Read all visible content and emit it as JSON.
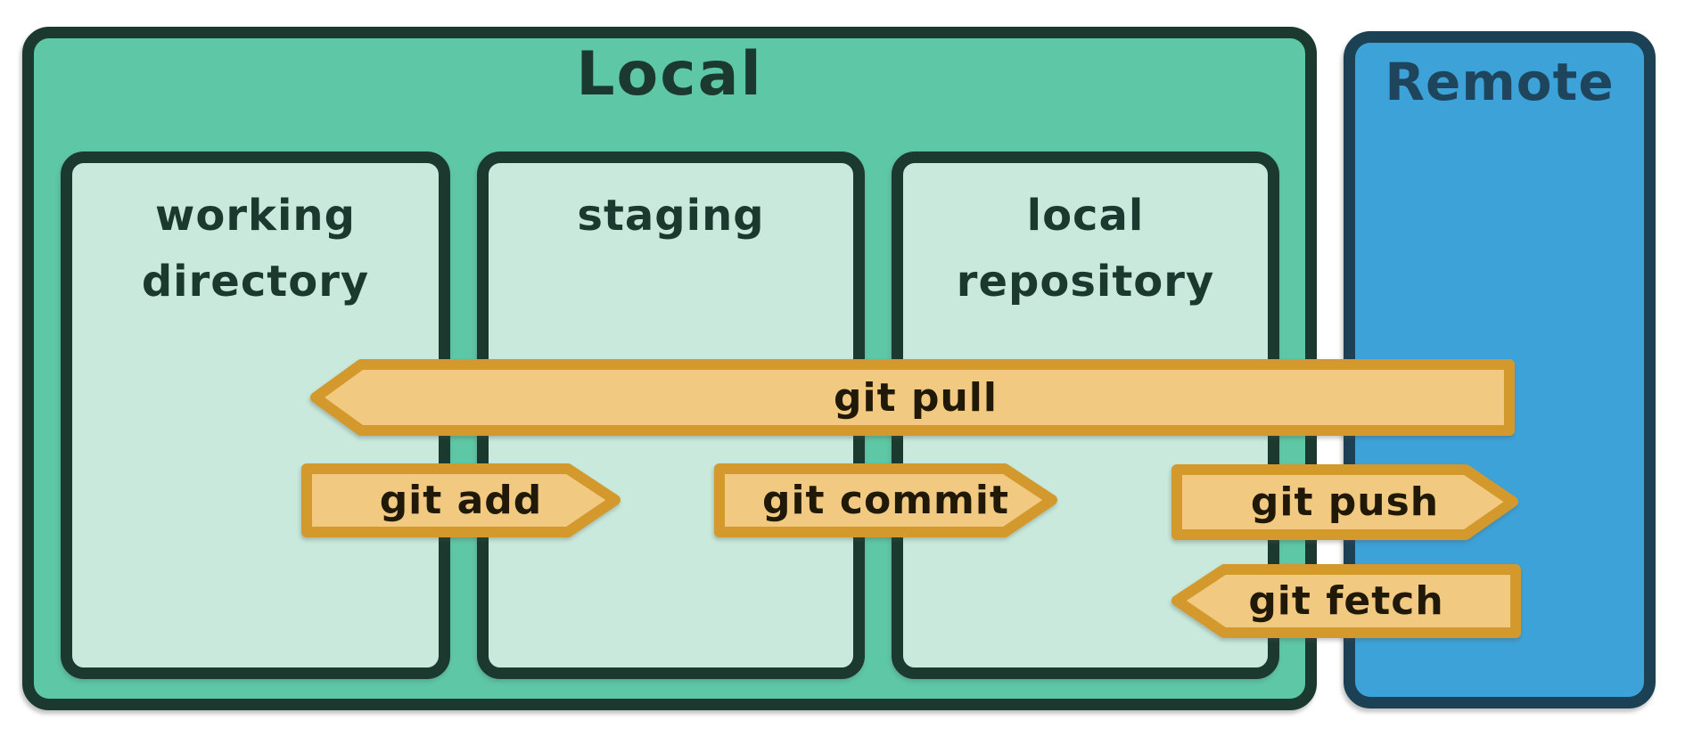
{
  "colors": {
    "background": "#ffffff",
    "local_fill": "#5ec7a5",
    "local_border": "#1c392f",
    "inner_fill": "#c8e9dc",
    "inner_border": "#1c392f",
    "label_text": "#1c392f",
    "remote_fill": "#3da2d8",
    "remote_border": "#1c4054",
    "remote_text": "#1e455c",
    "arrow_fill": "#f1c981",
    "arrow_border": "#d3992d",
    "arrow_text": "#211907"
  },
  "local": {
    "title": "Local",
    "boxes": [
      {
        "name": "working directory",
        "line1": "working",
        "line2": "directory"
      },
      {
        "name": "staging",
        "line1": "staging",
        "line2": ""
      },
      {
        "name": "local repository",
        "line1": "local",
        "line2": "repository"
      }
    ]
  },
  "remote": {
    "title": "Remote"
  },
  "arrows": {
    "pull": {
      "label": "git pull",
      "direction": "left"
    },
    "add": {
      "label": "git add",
      "direction": "right"
    },
    "commit": {
      "label": "git commit",
      "direction": "right"
    },
    "push": {
      "label": "git push",
      "direction": "right"
    },
    "fetch": {
      "label": "git fetch",
      "direction": "left"
    }
  }
}
